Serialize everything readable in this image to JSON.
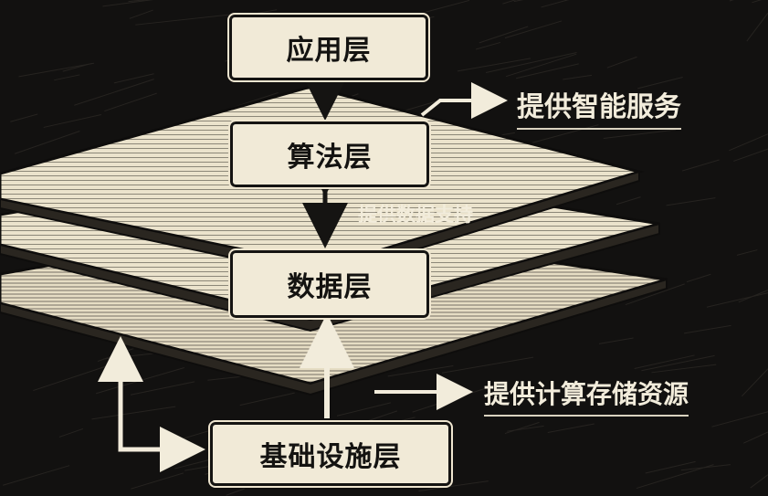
{
  "colors": {
    "background": "#121110",
    "plate": "#e9e1cb",
    "box_fill": "#f1ead7",
    "ink": "#141311",
    "label": "#f2ecdb"
  },
  "layers": {
    "application": "应用层",
    "algorithm": "算法层",
    "data": "数据层",
    "infrastructure": "基础设施层"
  },
  "annotations": {
    "intelligent_service": "提供智能服务",
    "data_support": "提供数据支持",
    "compute_storage": "提供计算存储资源"
  }
}
